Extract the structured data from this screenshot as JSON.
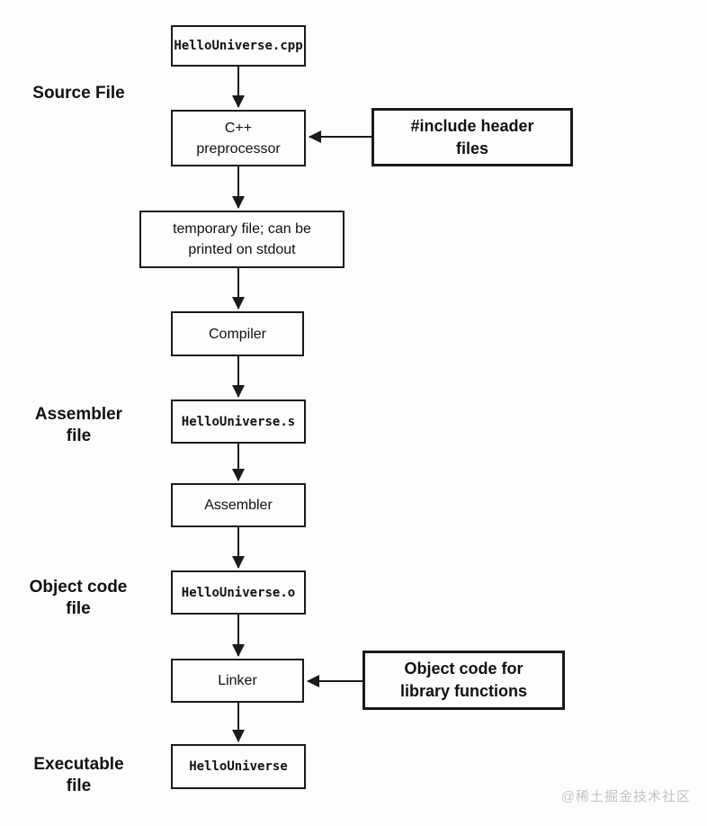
{
  "diagram": {
    "description": "C++ compilation pipeline flowchart",
    "stage_labels": [
      {
        "lines": [
          "Source File"
        ]
      },
      {
        "lines": [
          "Assembler",
          "file"
        ]
      },
      {
        "lines": [
          "Object code",
          "file"
        ]
      },
      {
        "lines": [
          "Executable",
          "file"
        ]
      }
    ],
    "nodes": {
      "source_code": {
        "label": "HelloUniverse.cpp",
        "style": "file"
      },
      "preprocessor": {
        "lines": [
          "C++",
          "preprocessor"
        ],
        "style": "process"
      },
      "include_headers": {
        "lines": [
          "#include header",
          "files"
        ],
        "style": "side-note"
      },
      "temp_file": {
        "lines": [
          "temporary file; can be",
          "printed on stdout"
        ],
        "style": "process"
      },
      "compiler": {
        "label": "Compiler",
        "style": "process"
      },
      "assembly_file": {
        "label": "HelloUniverse.s",
        "style": "file"
      },
      "assembler": {
        "label": "Assembler",
        "style": "process"
      },
      "object_file": {
        "label": "HelloUniverse.o",
        "style": "file"
      },
      "linker": {
        "label": "Linker",
        "style": "process"
      },
      "library_objects": {
        "lines": [
          "Object code for",
          "library functions"
        ],
        "style": "side-note"
      },
      "executable": {
        "label": "HelloUniverse",
        "style": "file"
      }
    },
    "edges": [
      {
        "from": "source_code",
        "to": "preprocessor",
        "direction": "down"
      },
      {
        "from": "include_headers",
        "to": "preprocessor",
        "direction": "left"
      },
      {
        "from": "preprocessor",
        "to": "temp_file",
        "direction": "down"
      },
      {
        "from": "temp_file",
        "to": "compiler",
        "direction": "down"
      },
      {
        "from": "compiler",
        "to": "assembly_file",
        "direction": "down"
      },
      {
        "from": "assembly_file",
        "to": "assembler",
        "direction": "down"
      },
      {
        "from": "assembler",
        "to": "object_file",
        "direction": "down"
      },
      {
        "from": "object_file",
        "to": "linker",
        "direction": "down"
      },
      {
        "from": "library_objects",
        "to": "linker",
        "direction": "left"
      },
      {
        "from": "linker",
        "to": "executable",
        "direction": "down"
      }
    ],
    "colors": {
      "line": "#1a1a1a",
      "text": "#111111",
      "background": "#fdfdfd",
      "watermark": "#c4c4c4"
    },
    "watermark": "@稀土掘金技术社区"
  }
}
